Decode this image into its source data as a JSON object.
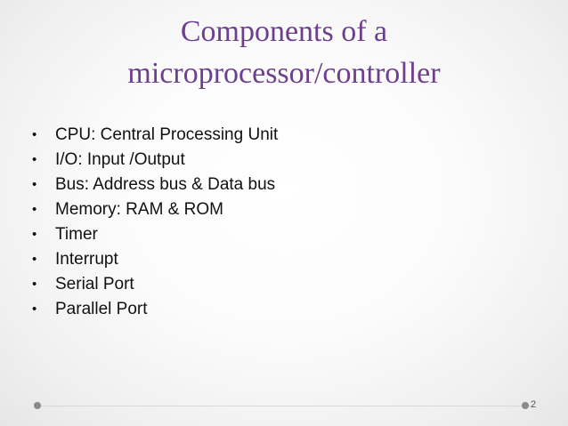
{
  "slide": {
    "title_line1": "Components of a",
    "title_line2": "microprocessor/controller",
    "bullet_marker": "•",
    "bullets": [
      "CPU: Central Processing Unit",
      "I/O: Input /Output",
      "Bus: Address bus & Data bus",
      "Memory: RAM & ROM",
      "Timer",
      "Interrupt",
      "Serial Port",
      "Parallel Port"
    ],
    "page_number": "2"
  },
  "colors": {
    "title": "#6d3f8e",
    "text": "#111111",
    "background": "#ffffff"
  }
}
